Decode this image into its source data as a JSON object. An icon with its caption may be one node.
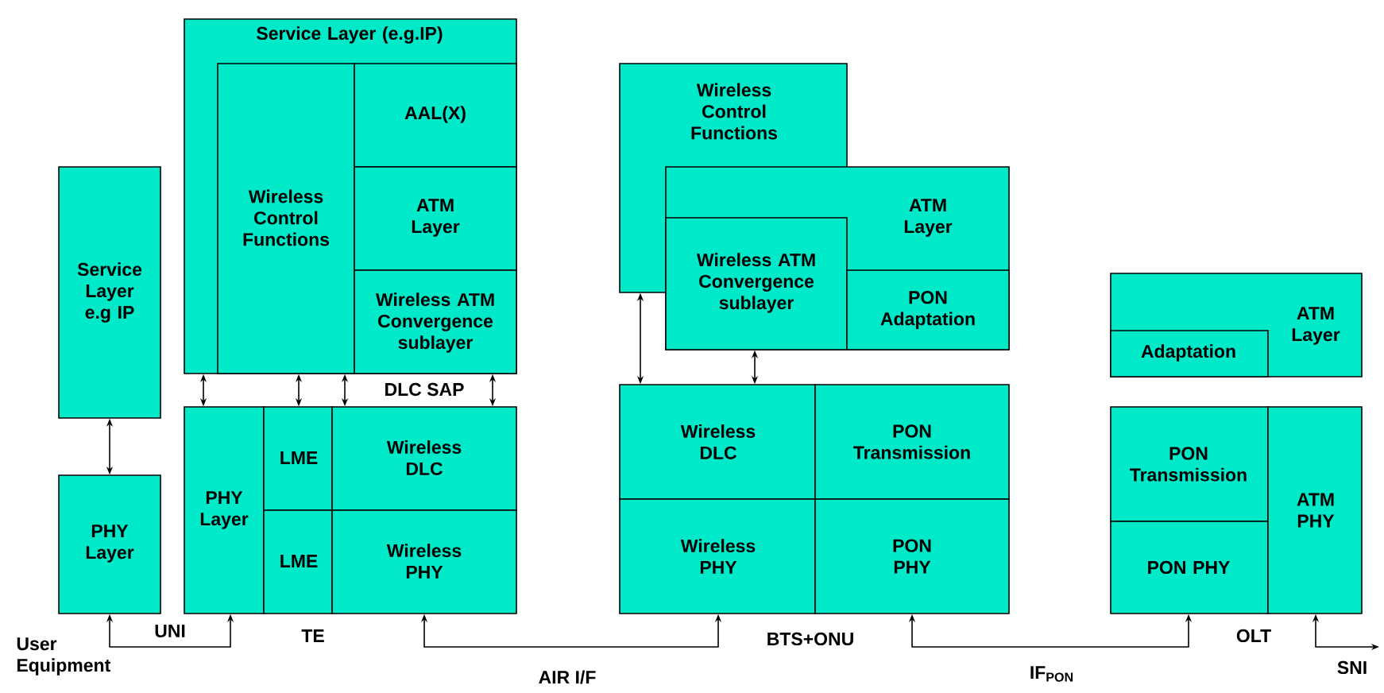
{
  "diagram": {
    "nodes": [
      {
        "text": [
          "Service Layer (e.g.IP)"
        ]
      },
      {
        "text": [
          "Wireless Control Functions"
        ],
        "in": 0
      },
      {
        "text": [
          "AAL(X)"
        ],
        "in": 0
      },
      {
        "text": [
          "ATM Layer"
        ],
        "in": 0
      },
      {
        "text": [
          "Wireless ATM Convergence sublayer"
        ],
        "in": 0
      },
      {
        "text": [
          "Service Layer e.g IP"
        ]
      },
      {
        "text": [
          "PHY Layer"
        ]
      },
      {
        "text": [
          "PHY Layer"
        ]
      },
      {
        "text": [
          "LME"
        ]
      },
      {
        "text": [
          "Wireless DLC"
        ]
      },
      {
        "text": [
          "LME"
        ]
      },
      {
        "text": [
          "Wireless PHY"
        ]
      },
      {
        "text": [
          "Wireless Control Functions"
        ]
      },
      {
        "text": [
          "ATM Layer"
        ]
      },
      {
        "text": [
          "Wireless ATM Convergence sublayer"
        ],
        "in": 13
      },
      {
        "text": [
          "PON Adaptation"
        ],
        "in": 13
      },
      {
        "text": [
          "Wireless DLC"
        ]
      },
      {
        "text": [
          "PON Transmission"
        ]
      },
      {
        "text": [
          "Wireless PHY"
        ]
      },
      {
        "text": [
          "PON PHY"
        ]
      },
      {
        "text": [
          "ATM Layer"
        ]
      },
      {
        "text": [
          "Adaptation"
        ],
        "in": 20
      },
      {
        "text": [
          "PON Transmission"
        ]
      },
      {
        "text": [
          "PON PHY"
        ]
      },
      {
        "text": [
          "ATM PHY"
        ]
      }
    ],
    "edges": [
      {
        "from": 0,
        "to": 7,
        "arrow": "both"
      },
      {
        "from": 1,
        "to": 8,
        "arrow": "both"
      },
      {
        "from": 1,
        "to": 9,
        "arrow": "both"
      },
      {
        "from": 4,
        "to": 9,
        "arrow": "both"
      },
      {
        "from": 5,
        "to": 6,
        "arrow": "both"
      },
      {
        "from": 12,
        "to": 16,
        "arrow": "both"
      },
      {
        "from": 14,
        "to": 16,
        "arrow": "both"
      },
      {
        "from": 6,
        "to": 7,
        "arrow": "both",
        "label": "UNI"
      },
      {
        "from": 11,
        "to": 18,
        "arrow": "both",
        "label": "AIR I/F"
      },
      {
        "from": 19,
        "to": 23,
        "arrow": "both",
        "label": "IF$_{PON}$"
      },
      {
        "from": 24,
        "to": null,
        "arrow": "both",
        "label": "SNI"
      }
    ],
    "labels": [
      "DLC SAP",
      "User Equipment",
      "TE",
      "BTS+ONU",
      "OLT"
    ]
  }
}
